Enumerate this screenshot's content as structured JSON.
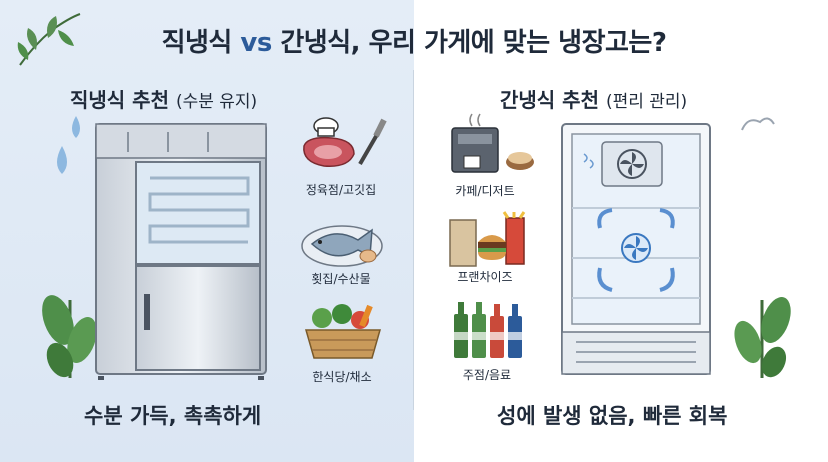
{
  "header": {
    "title_part1": "직냉식",
    "title_vs": "vs",
    "title_part2": "간냉식, 우리 가게에 맞는 냉장고는?"
  },
  "left": {
    "heading": "직냉식 추천",
    "heading_paren": "(수분 유지)",
    "categories": [
      "정육점/고깃집",
      "횟집/수산물",
      "한식당/채소"
    ],
    "caption": "수분 가득, 촉촉하게"
  },
  "right": {
    "heading": "간냉식 추천",
    "heading_paren": "(편리 관리)",
    "categories": [
      "카페/디저트",
      "프랜차이즈",
      "주점/음료"
    ],
    "caption": "성에 발생 없음, 빠른 회복"
  },
  "icons": {
    "leaf": "leaf-icon",
    "droplet": "water-droplet-icon",
    "meat": "steak-knife-icon",
    "fish": "fish-icon",
    "veg": "vegetable-basket-icon",
    "coffee": "coffee-machine-icon",
    "fastfood": "fastfood-icon",
    "bottles": "bottles-icon",
    "fan": "fan-icon",
    "airflow": "airflow-arrows-icon"
  },
  "colors": {
    "left_bg": "#dfe8f4",
    "accent": "#2c5b9a",
    "text": "#1f2a3a",
    "plant": "#4f8f4a"
  }
}
